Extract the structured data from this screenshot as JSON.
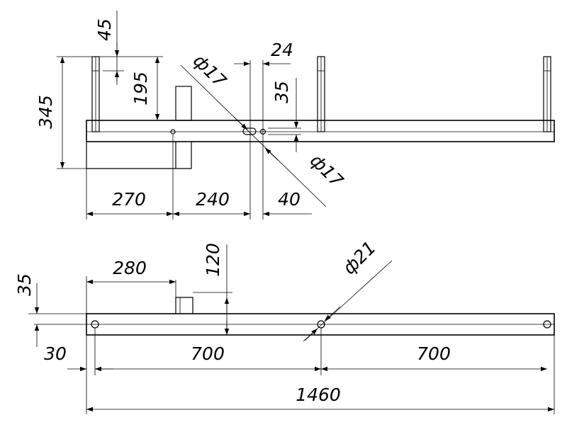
{
  "top_view": {
    "dims": {
      "d45": "45",
      "d345": "345",
      "d195": "195",
      "phi17_upper": "ф17",
      "d24": "24",
      "d35": "35",
      "phi17_lower": "ф17",
      "d270": "270",
      "d240": "240",
      "d40": "40"
    }
  },
  "front_view": {
    "dims": {
      "d35": "35",
      "d280": "280",
      "d120": "120",
      "phi21": "ф21",
      "d30": "30",
      "d700_left": "700",
      "d700_right": "700",
      "d1460": "1460"
    }
  }
}
